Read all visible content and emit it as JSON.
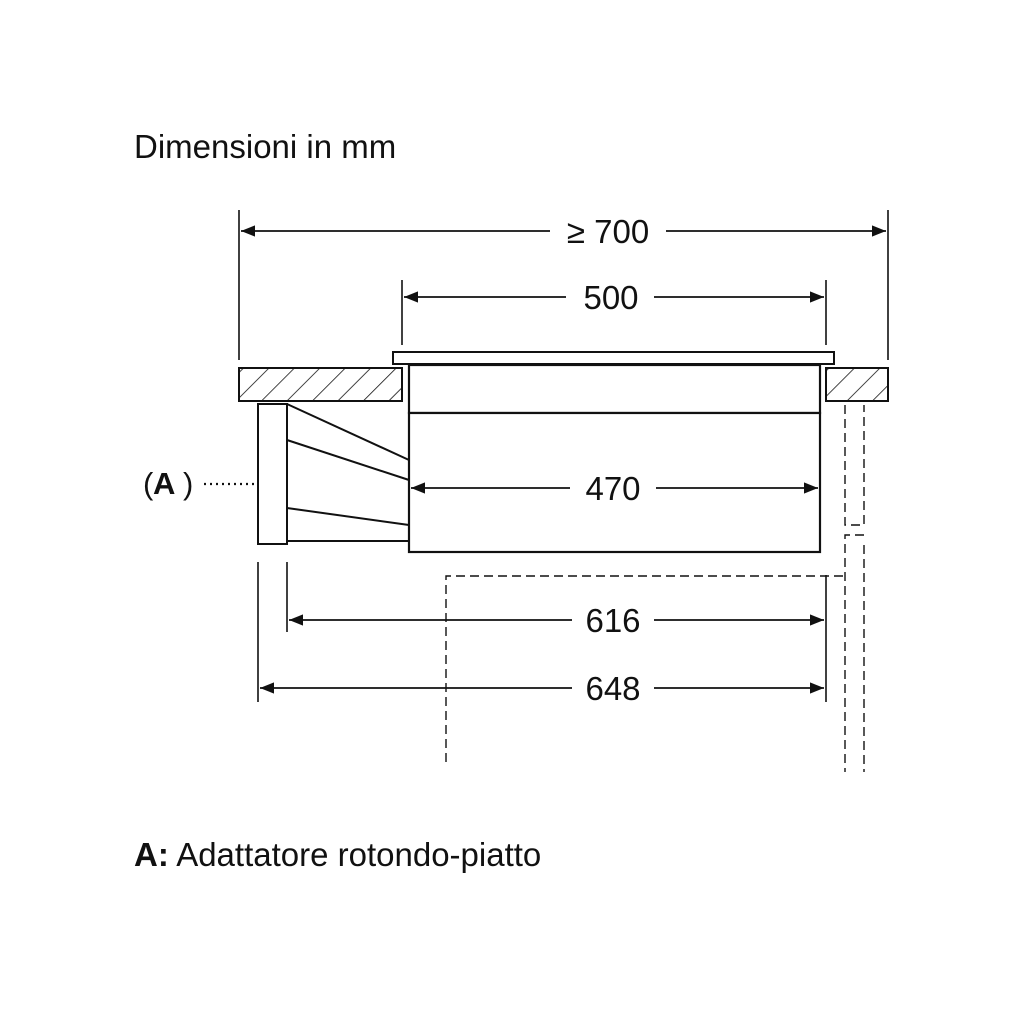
{
  "header": {
    "title": "Dimensioni in mm"
  },
  "dimensions": {
    "overall_min_width": "≥ 700",
    "hob_width": "500",
    "body_width": "470",
    "depth_with_adapter": "616",
    "total_depth": "648"
  },
  "callout": {
    "label": "A"
  },
  "legend": {
    "key": "A:",
    "text": "Adattatore rotondo-piatto"
  },
  "colors": {
    "line": "#111111",
    "background": "#ffffff"
  }
}
